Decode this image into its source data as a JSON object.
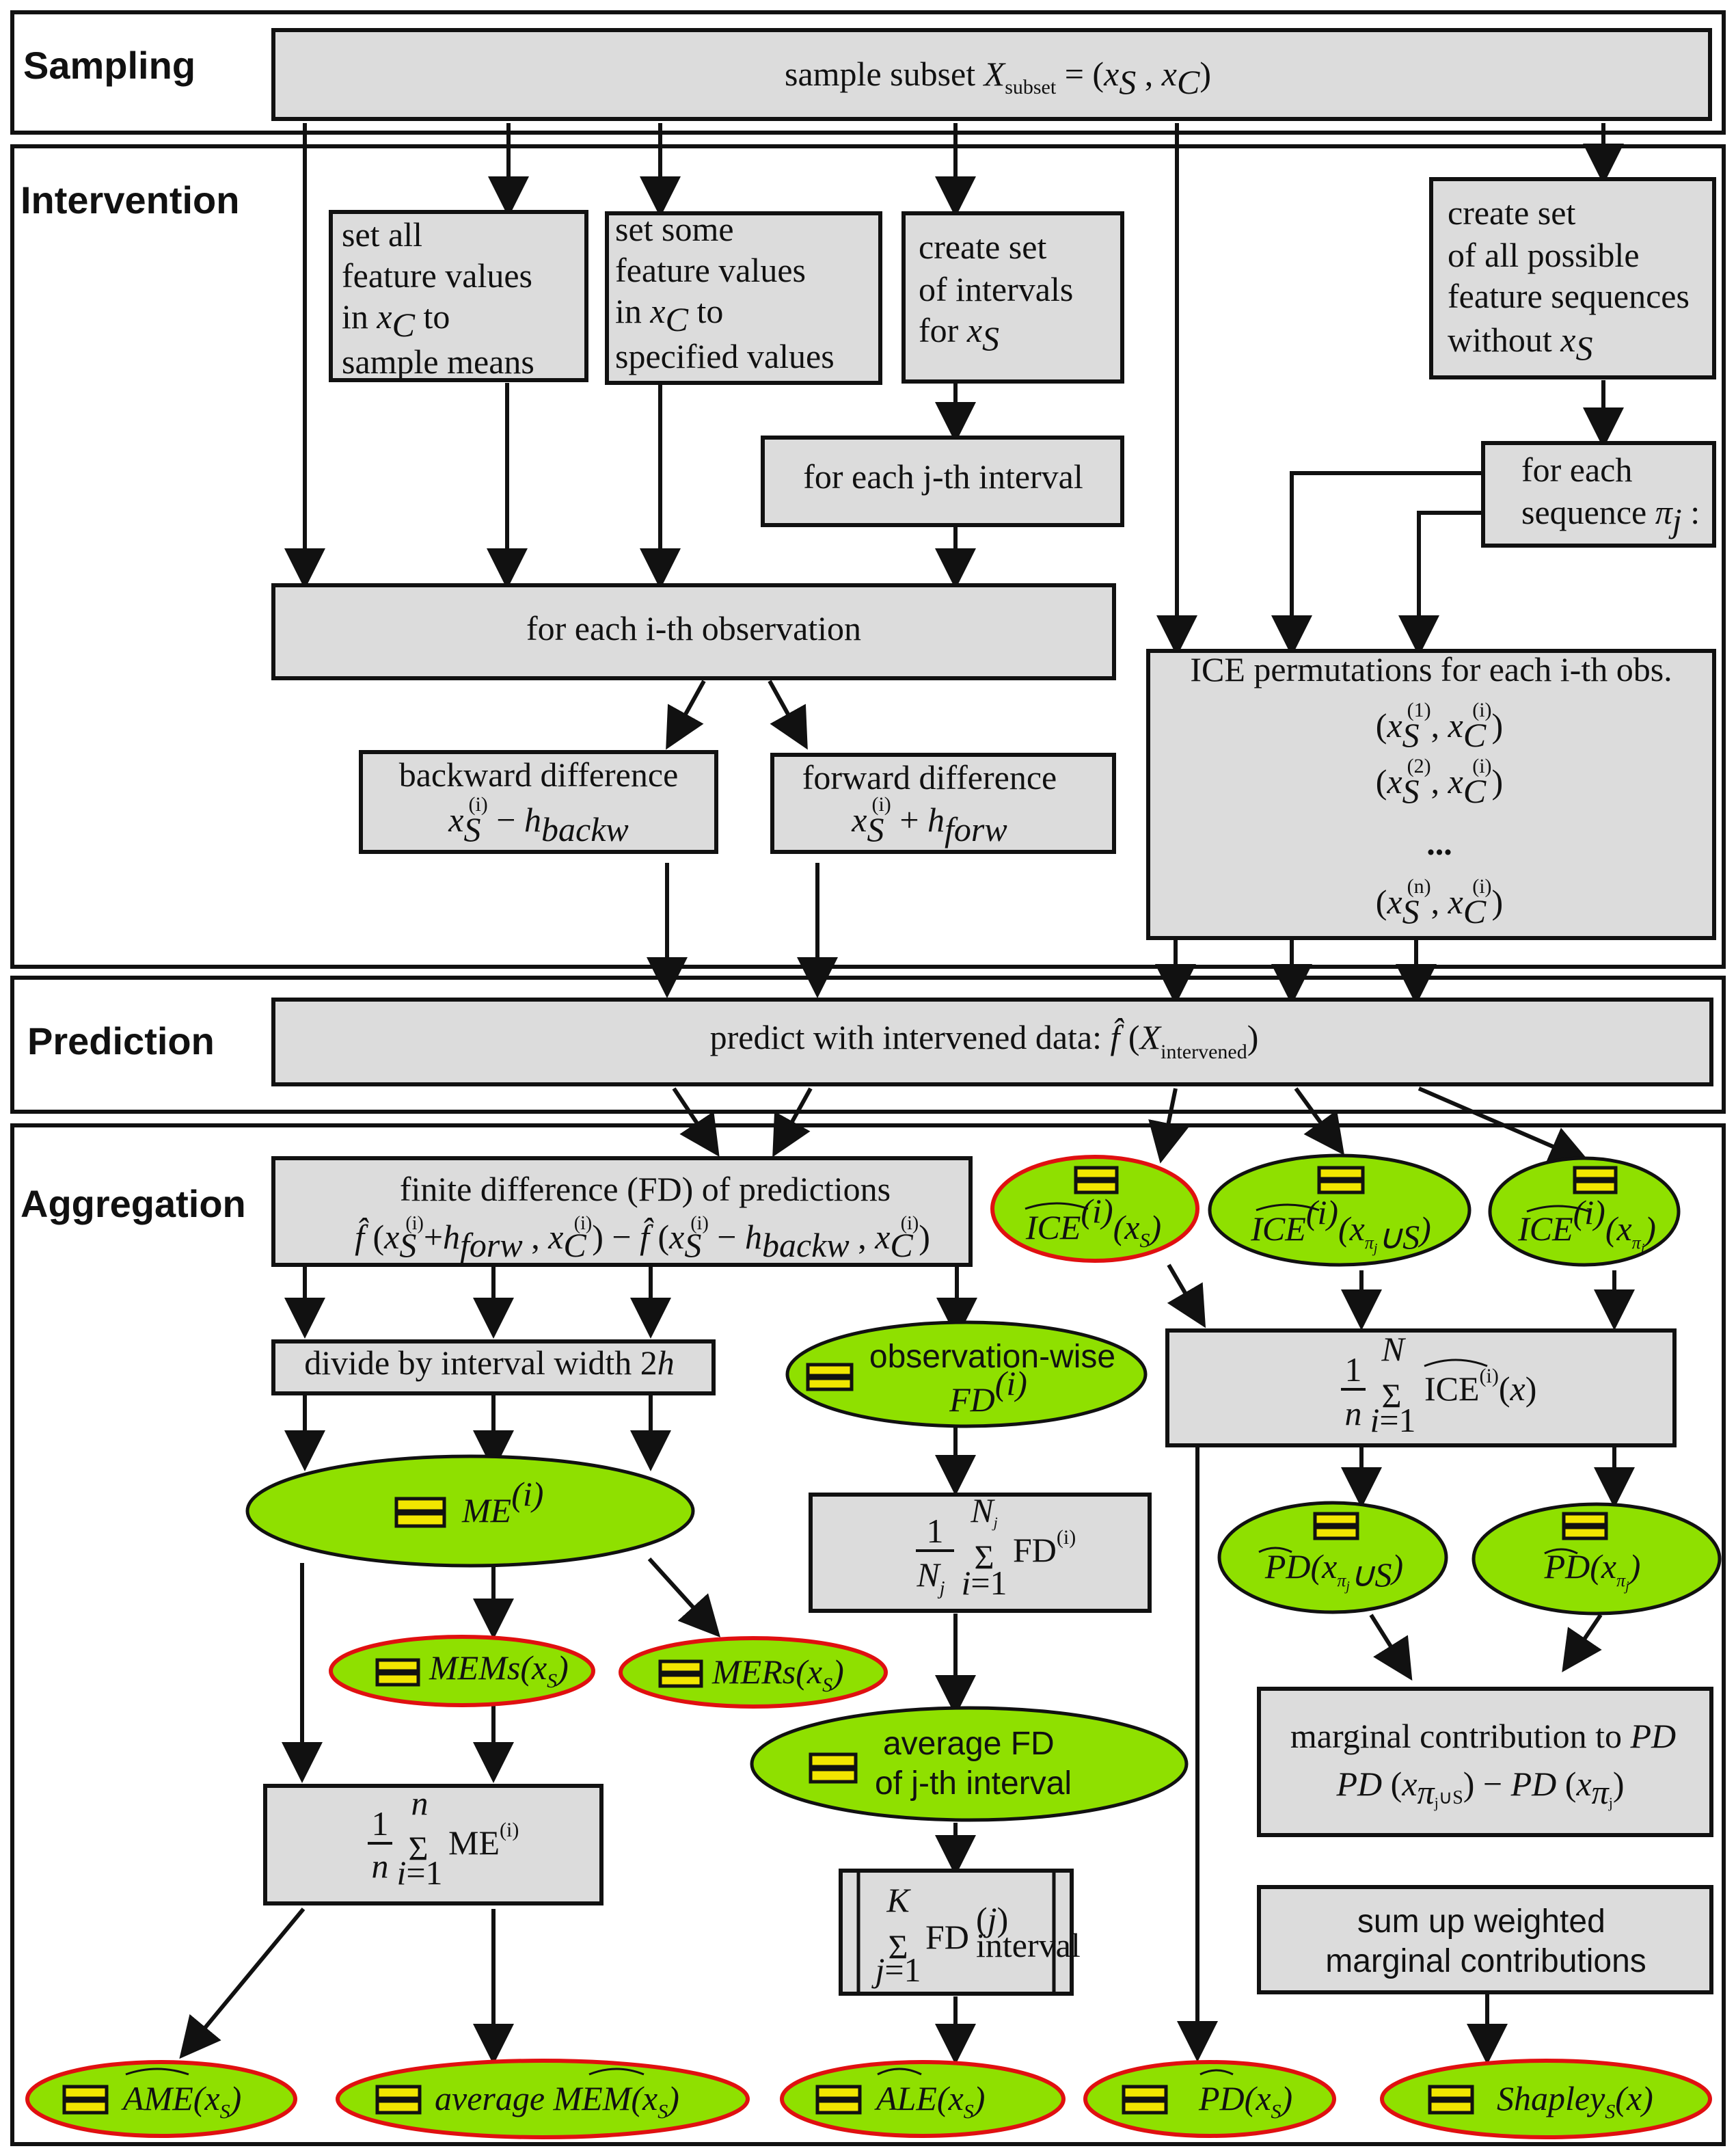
{
  "sections": {
    "sampling": "Sampling",
    "intervention": "Intervention",
    "prediction": "Prediction",
    "aggregation": "Aggregation"
  },
  "boxes": {
    "sample_subset": "sample subset X_subset = (x_S, x_C)",
    "set_all_means": [
      "set all",
      "feature values",
      "in x_C  to",
      "sample means"
    ],
    "set_some_values": [
      "set some",
      "feature values",
      "in x_C  to",
      "specified values"
    ],
    "create_intervals": [
      "create set",
      "of intervals",
      "for x_S"
    ],
    "create_sequences": [
      "create set",
      "of all possible",
      "feature sequences",
      "without x_S"
    ],
    "each_interval": "for each j-th interval",
    "each_sequence": [
      "for each",
      "sequence π_j :"
    ],
    "each_observation": "for each i-th observation",
    "ice_permutations": "ICE permutations for each i-th obs.",
    "ice_perm_rows": [
      "(x_S^(1), x_C^(i))",
      "(x_S^(2), x_C^(i))",
      "...",
      "(x_S^(n), x_C^(i))"
    ],
    "backward_difference": [
      "backward difference",
      "x_S^(i) − h_backw"
    ],
    "forward_difference": [
      "forward difference",
      "x_S^(i) + h_forw"
    ],
    "predict": "predict with intervened data:  f̂ (X_intervened)",
    "finite_difference": [
      "finite difference (FD) of predictions",
      "f̂ (x_S^(i) + h_forw , x_C^(i)) − f̂ (x_S^(i) − h_backw , x_C^(i))"
    ],
    "divide": "divide by interval width  2h",
    "mean_me": "1/n Σ_{i=1}^{n} ME^(i)",
    "mean_fd": "1/N_j Σ_{i=1}^{N_j} FD^(i)",
    "sum_fd": "Σ_{j=1}^{K} FD^(j)_interval",
    "mean_ice": "1/n Σ_{i=1}^{N} ICE^(i)(x)",
    "marginal_contribution": [
      "marginal contribution to  PD",
      "PD(x_{π_j ∪ S}) − PD(x_{π_j})"
    ],
    "sum_weighted": [
      "sum up weighted",
      "marginal contributions"
    ]
  },
  "outputs": {
    "me": "ME^(i)",
    "mems": "MEMs(x_S)",
    "mers": "MERs(x_S)",
    "obs_fd": [
      "observation-wise",
      "FD^(i)"
    ],
    "avg_fd": [
      "average FD",
      "of j-th interval"
    ],
    "ice_xs": "ICE^(i)(x_S)",
    "ice_union": "ICE^(i)(x_{π_j ∪ S})",
    "ice_pi": "ICE^(i)(x_{π_j})",
    "pd_union": "PD(x_{π_j ∪ S})",
    "pd_pi": "PD(x_{π_j})",
    "ame": "AME(x_S)",
    "avg_mem": "average MEM(x_S)",
    "ale": "ALE(x_S)",
    "pd": "PD(x_S)",
    "shapley": "Shapley_S(x)"
  }
}
